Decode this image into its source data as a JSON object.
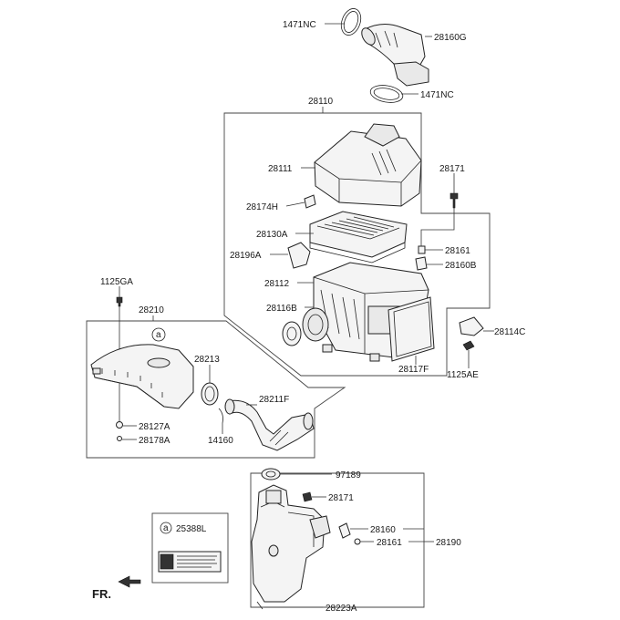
{
  "labels": {
    "clamp_top": "1471NC",
    "air_duct_top": "28160G",
    "clamp_mid": "1471NC",
    "air_cleaner_assy": "28110",
    "cover": "28111",
    "clip": "28174H",
    "element": "28130A",
    "bracket_small": "28196A",
    "body": "28112",
    "grommet": "28116B",
    "bolt_171": "28171",
    "sensor_161": "28161",
    "bracket_160b": "28160B",
    "bracket_114c": "28114C",
    "filter_117f": "28117F",
    "bolt_125ae": "1125AE",
    "bolt_125ga": "1125GA",
    "intake_assy": "28210",
    "duct_213": "28213",
    "hose_211f": "28211F",
    "grommet_127a": "28127A",
    "clip_178a": "28178A",
    "clamp_14160": "14160",
    "seal_97189": "97189",
    "bolt_171_lower": "28171",
    "resonator_160": "28160",
    "sensor_161_lower": "28161",
    "resonator_assy": "28190",
    "drain_223a": "28223A",
    "legend_label": "25388L",
    "legend_letter": "a",
    "marker_a": "a",
    "front_label": "FR."
  }
}
